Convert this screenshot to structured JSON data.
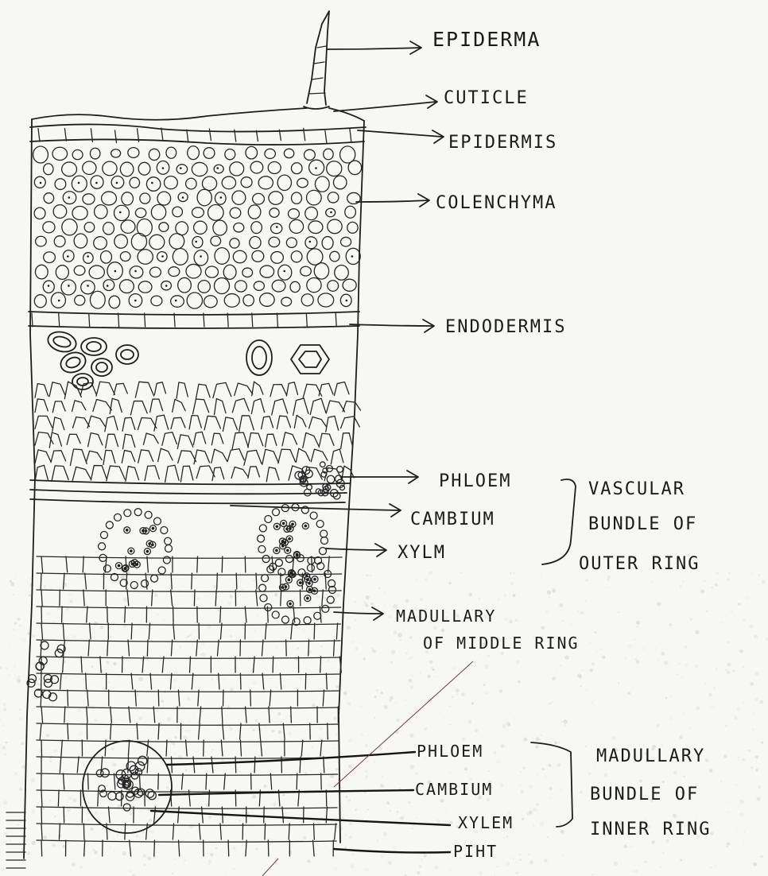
{
  "labels": {
    "epiderma": "EPIDERMA",
    "cuticle": "CUTICLE",
    "epidermis": "EPIDERMIS",
    "colenchyma": "COLENCHYMA",
    "endodermis": "ENDODERMIS",
    "phloem_outer": "PHLOEM",
    "cambium_outer": "CAMBIUM",
    "xylem_outer": "XYLM",
    "vascular_group_line1": "VASCULAR",
    "vascular_group_line2": "BUNDLE OF",
    "vascular_group_line3": "OUTER RING",
    "madullary_line1": "MADULLARY",
    "madullary_line2": "OF MIDDLE RING",
    "phloem_inner": "PHLOEM",
    "cambium_inner": "CAMBIUM",
    "xylem_inner": "XYLEM",
    "pith": "PIHT",
    "inner_group_line1": "MADULLARY",
    "inner_group_line2": "BUNDLE OF",
    "inner_group_line3": "INNER RING"
  }
}
